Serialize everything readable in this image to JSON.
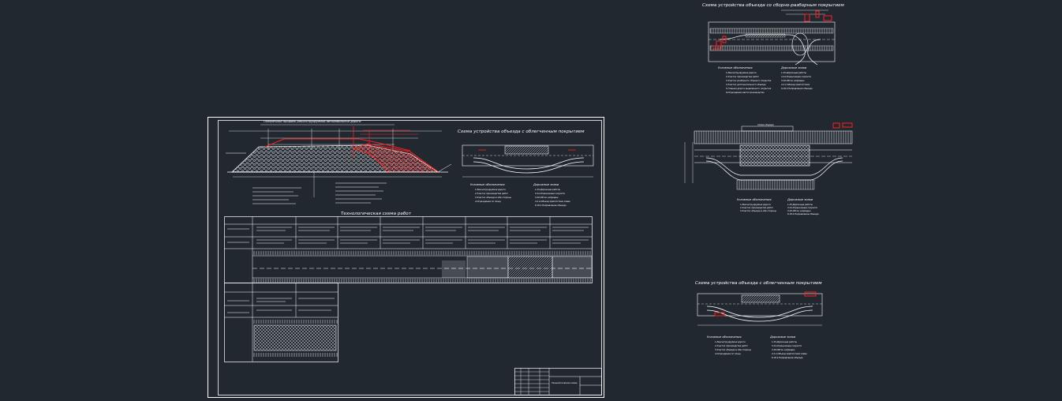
{
  "colors": {
    "background": "#212830",
    "lines": "#ffffff",
    "accent": "#ff2020"
  },
  "main_sheet": {
    "section_title": "Поперечный профиль реконструируемой автомобильной дороги",
    "detour_scheme_title": "Схема устройства объезда с облегченным покрытием",
    "tech_chart_title": "Технологическая схема работ",
    "legend_left_title": "Условные обозначения",
    "legend_left_items": [
      "1-Реконструируемая дорога",
      "2-Участок производства работ",
      "3-Участок объезда в обе стороны",
      "4-Ограждение по плану"
    ],
    "legend_right_title": "Дорожные знаки",
    "legend_right_items": [
      "1.25-Дорожные работы",
      "3.24-Ограничение скорости",
      "3.20-Обгон запрещен",
      "4.2.2-Объезд препятствия слева",
      "6.18.2-Направление объезда"
    ],
    "stamp_title": "Технологическая схема"
  },
  "right_top": {
    "title": "Схема устройства объезда со сборно-разборным покрытием",
    "legend_left_title": "Условные обозначения",
    "legend_left_items": [
      "1-Реконструируемая дорога",
      "2-Участок производства работ",
      "3-Участок разборного сборного покрытия",
      "4-Участок дополнительного объезда",
      "5-Главная дорога выделенного покрытия",
      "6-Ограждение места производства"
    ],
    "legend_right_title": "Дорожные знаки",
    "legend_right_items": [
      "1.25-Дорожные работы",
      "3.24-Ограничение скорости",
      "3.20-Обгон запрещен",
      "4.2.1-Объезд препятствия",
      "6.18.2-Направление объезда"
    ]
  },
  "right_middle": {
    "box_label": "Схема объезда",
    "legend_left_title": "Условные обозначения",
    "legend_left_items": [
      "1-Реконструируемая дорога",
      "2-Участок производства работ",
      "3-Участок объезда в обе стороны"
    ],
    "legend_right_title": "Дорожные знаки",
    "legend_right_items": [
      "1.25-Дорожные работы",
      "3.24-Ограничение скорости",
      "3.20-Обгон запрещен",
      "6.18.2-Направление объезда"
    ]
  },
  "right_bottom": {
    "title": "Схема устройства объезда с облегченным покрытием",
    "legend_left_title": "Условные обозначения",
    "legend_left_items": [
      "1-Реконструируемая дорога",
      "2-Участок производства работ",
      "3-Участок объезда в обе стороны",
      "4-Ограждение по плану"
    ],
    "legend_right_title": "Дорожные знаки",
    "legend_right_items": [
      "1.25-Дорожные работы",
      "3.24-Ограничение скорости",
      "3.20-Обгон запрещен",
      "4.2.2-Объезд препятствия слева",
      "6.18.2-Направление объезда"
    ]
  }
}
